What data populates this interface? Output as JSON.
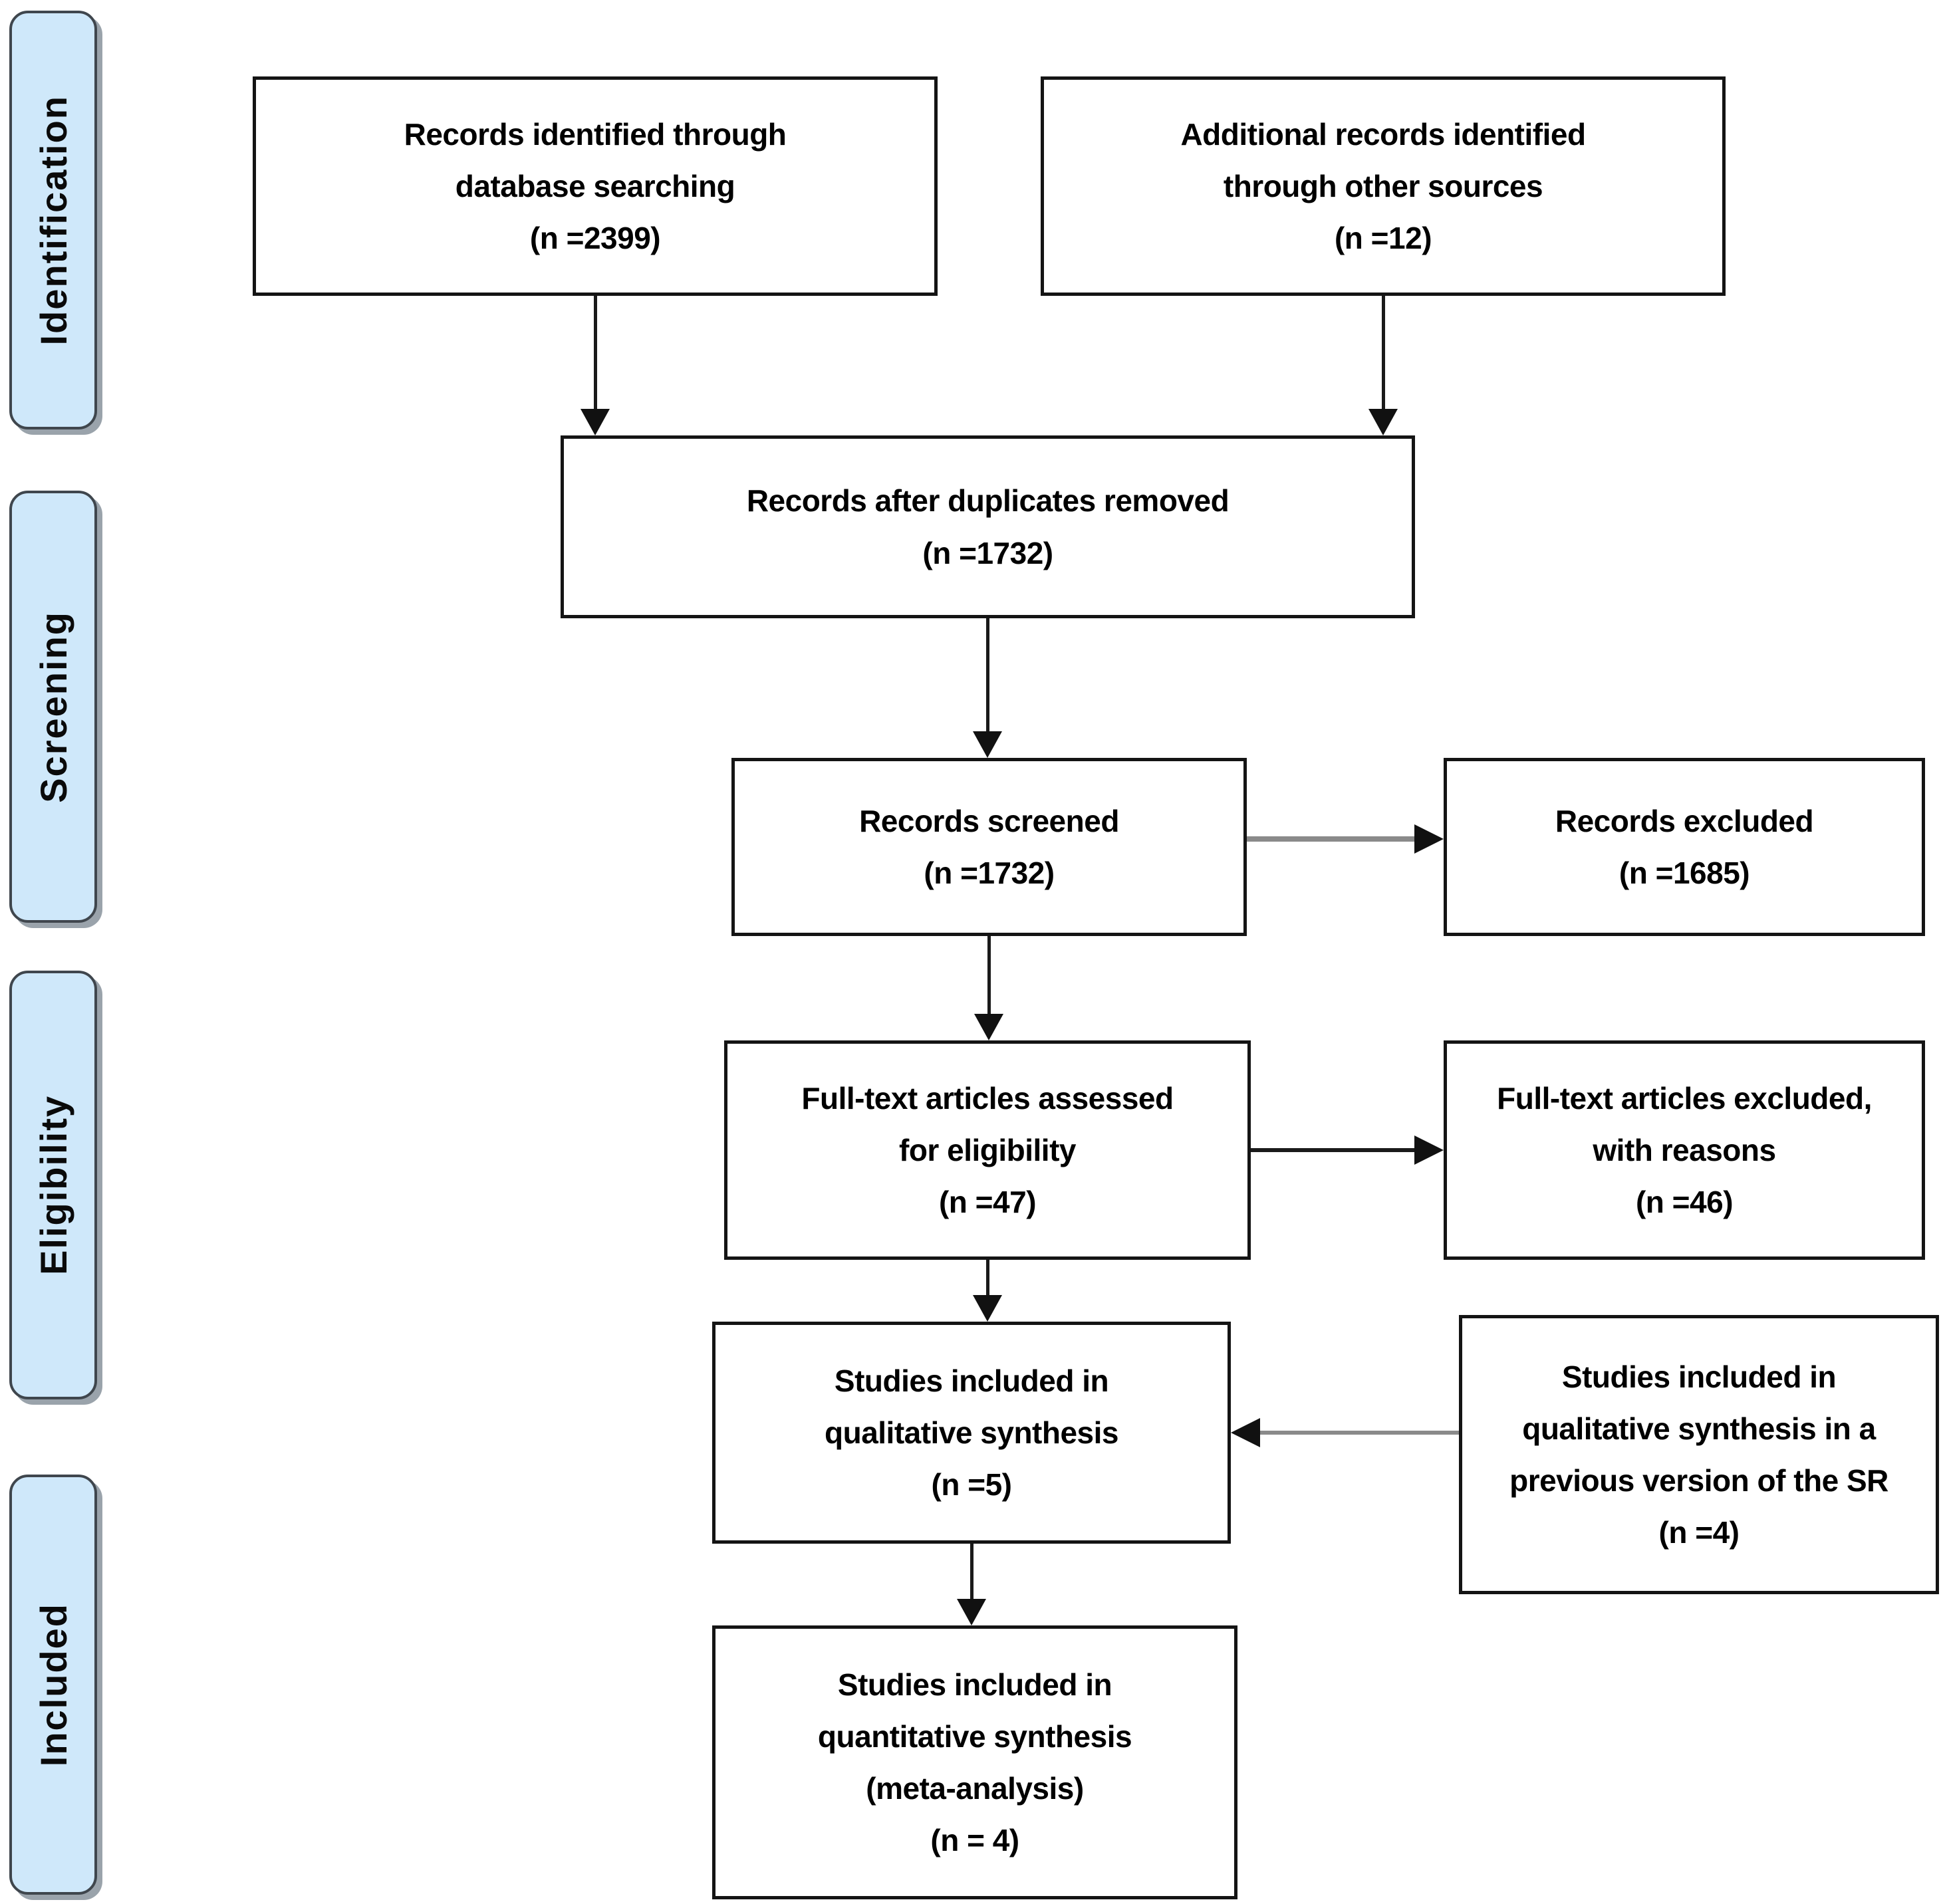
{
  "title": "PRISMA flow diagram",
  "colors": {
    "stage_fill": "#cfe8fa",
    "stage_border": "#3f464d",
    "box_border": "#141414",
    "arrow_black": "#111111",
    "arrow_gray": "#8a8a8a",
    "background": "#ffffff"
  },
  "sidebar": {
    "stages": [
      {
        "label": "Identification"
      },
      {
        "label": "Screening"
      },
      {
        "label": "Eligibility"
      },
      {
        "label": "Included"
      }
    ]
  },
  "boxes": {
    "db_search": {
      "lines": [
        "Records identified through",
        "database searching",
        "(n =2399)"
      ]
    },
    "other_sources": {
      "lines": [
        "Additional records identified",
        "through other sources",
        "(n =12)"
      ]
    },
    "after_duplicates": {
      "lines": [
        "Records after duplicates removed",
        "(n =1732)"
      ]
    },
    "screened": {
      "lines": [
        "Records screened",
        "(n =1732)"
      ]
    },
    "excluded": {
      "lines": [
        "Records excluded",
        "(n =1685)"
      ]
    },
    "fulltext_assessed": {
      "lines": [
        "Full-text articles assessed",
        "for eligibility",
        "(n =47)"
      ]
    },
    "fulltext_excluded": {
      "lines": [
        "Full-text articles excluded,",
        "with reasons",
        "(n =46)"
      ]
    },
    "qualitative": {
      "lines": [
        "Studies included in",
        "qualitative synthesis",
        "(n =5)"
      ]
    },
    "previous_sr": {
      "lines": [
        "Studies included in",
        "qualitative synthesis in a",
        "previous version of the SR",
        "(n =4)"
      ]
    },
    "quantitative": {
      "lines": [
        "Studies included in",
        "quantitative synthesis",
        "(meta-analysis)",
        "(n = 4)"
      ]
    }
  }
}
